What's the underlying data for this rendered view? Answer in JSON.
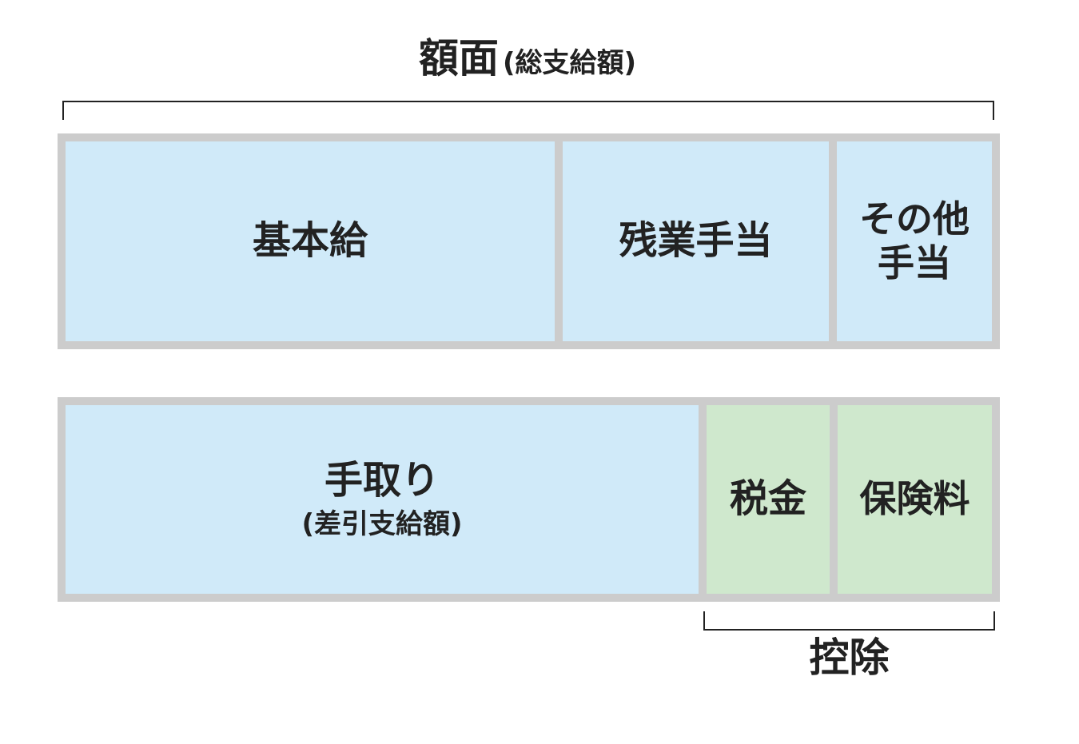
{
  "gross": {
    "label": "額面",
    "sublabel": "(総支給額)"
  },
  "top_row": {
    "cells": [
      {
        "label": "基本給",
        "color": "#d0eaf9"
      },
      {
        "label": "残業手当",
        "color": "#d0eaf9"
      },
      {
        "line1": "その他",
        "line2": "手当",
        "color": "#d0eaf9"
      }
    ]
  },
  "bottom_row": {
    "cells": [
      {
        "label": "手取り",
        "sublabel": "(差引支給額)",
        "color": "#d0eaf9"
      },
      {
        "label": "税金",
        "color": "#cfe8cd"
      },
      {
        "label": "保険料",
        "color": "#cfe8cd"
      }
    ]
  },
  "deduction": {
    "label": "控除"
  },
  "colors": {
    "border": "#cccccc",
    "blue_fill": "#d0eaf9",
    "green_fill": "#cfe8cd",
    "text": "#222222"
  }
}
